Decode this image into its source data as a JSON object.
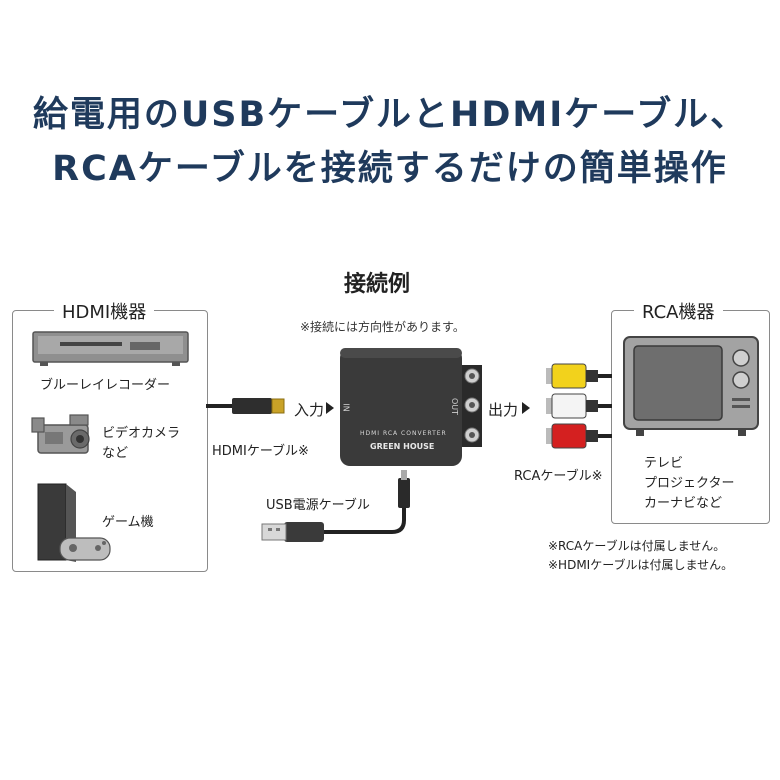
{
  "headline": {
    "line1": "給電用のUSBケーブルとHDMIケーブル、",
    "line2": "RCAケーブルを接続するだけの簡単操作"
  },
  "diagram": {
    "title": "接続例",
    "note": "※接続には方向性があります。",
    "hdmi_panel": {
      "title": "HDMI機器",
      "devices": [
        "ブルーレイレコーダー",
        "ビデオカメラ\nなど",
        "ゲーム機"
      ]
    },
    "rca_panel": {
      "title": "RCA機器",
      "device_lines": [
        "テレビ",
        "プロジェクター",
        "カーナビなど"
      ]
    },
    "labels": {
      "input": "入力",
      "output": "出力",
      "hdmi_cable": "HDMIケーブル※",
      "usb_cable": "USB電源ケーブル",
      "rca_cable": "RCAケーブル※"
    },
    "converter": {
      "product_line": "HDMI RCA CONVERTER",
      "brand": "GREEN HOUSE",
      "in_port": "IN",
      "out_port": "OUT"
    },
    "footnotes": [
      "※RCAケーブルは付属しません。",
      "※HDMIケーブルは付属しません。"
    ]
  },
  "colors": {
    "headline": "#1f3a5c",
    "panel_border": "#8a8a8a",
    "device_gray": "#9a9a9a",
    "converter_body": "#3a3a3a",
    "hdmi_plug_gold": "#c9a227",
    "rca_yellow": "#f2d21c",
    "rca_white": "#f4f4f4",
    "rca_red": "#d42020"
  }
}
